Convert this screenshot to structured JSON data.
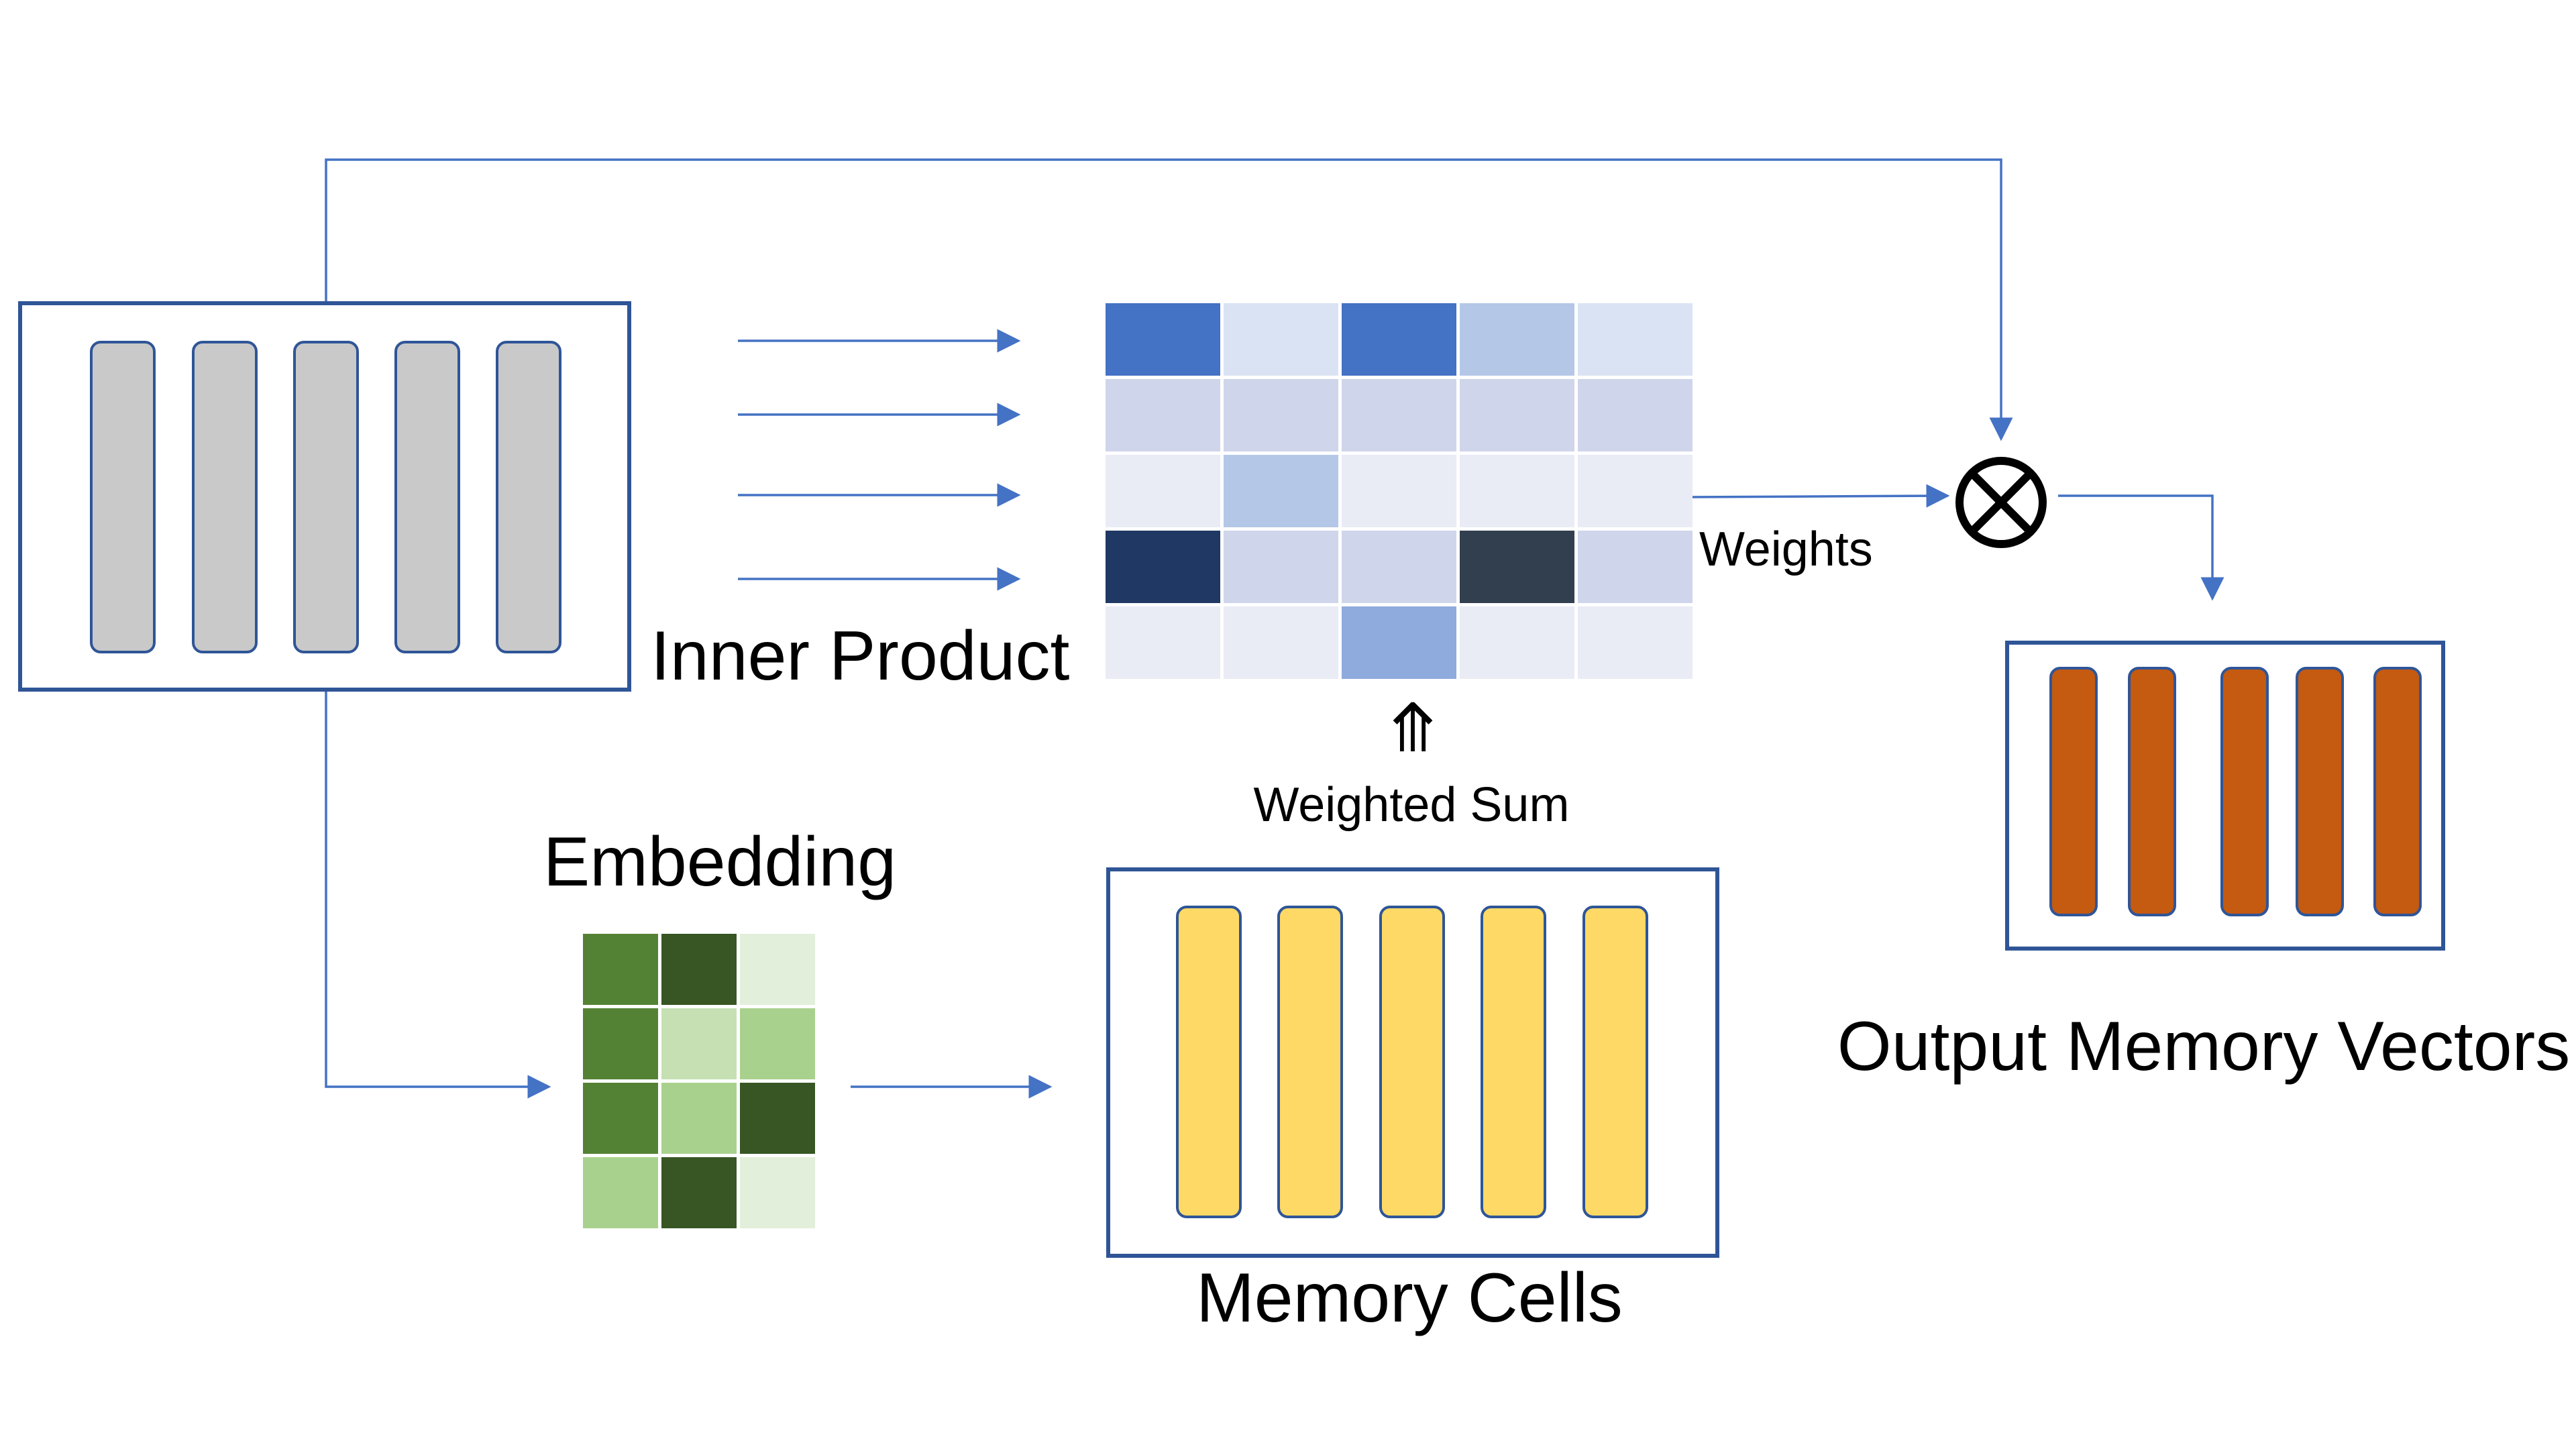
{
  "labels": {
    "inner_product": "Inner Product",
    "weights": "Weights",
    "weighted_sum": "Weighted Sum",
    "weighted_sum_arrow": "⤊",
    "embedding": "Embedding",
    "memory_cells": "Memory Cells",
    "output_memory_vectors": "Output Memory Vectors"
  },
  "colors": {
    "line": "#4472C4",
    "box_border": "#2F5597",
    "input_vector_fill": "#C9C9C9",
    "input_vector_stroke": "#2F5597",
    "memory_vector_fill": "#FFD966",
    "memory_vector_stroke": "#2F5597",
    "output_vector_fill": "#C55A11",
    "output_vector_stroke": "#2F5597",
    "multiply_symbol": "#000000"
  },
  "components": {
    "input_vectors": 5,
    "memory_vectors": 5,
    "output_vectors": 5,
    "inner_product_arrows": 4
  },
  "weight_matrix": [
    [
      "#4472C4",
      "#DAE3F3",
      "#4472C4",
      "#B4C7E7",
      "#DAE3F3"
    ],
    [
      "#CFD5EA",
      "#CFD5EA",
      "#CFD5EA",
      "#CFD5EA",
      "#CFD5EA"
    ],
    [
      "#E9EBF5",
      "#B4C7E7",
      "#E9EBF5",
      "#E9EBF5",
      "#E9EBF5"
    ],
    [
      "#1F3864",
      "#CFD5EA",
      "#CFD5EA",
      "#323F4F",
      "#CFD5EA"
    ],
    [
      "#E9EBF5",
      "#E9EBF5",
      "#8FAADC",
      "#E9EBF5",
      "#E9EBF5"
    ]
  ],
  "embedding_matrix": [
    [
      "#548235",
      "#375623",
      "#E2EFDA"
    ],
    [
      "#548235",
      "#C6E0B4",
      "#A9D18E"
    ],
    [
      "#548235",
      "#A9D18E",
      "#375623"
    ],
    [
      "#A9D18E",
      "#375623",
      "#E2EFDA"
    ]
  ]
}
